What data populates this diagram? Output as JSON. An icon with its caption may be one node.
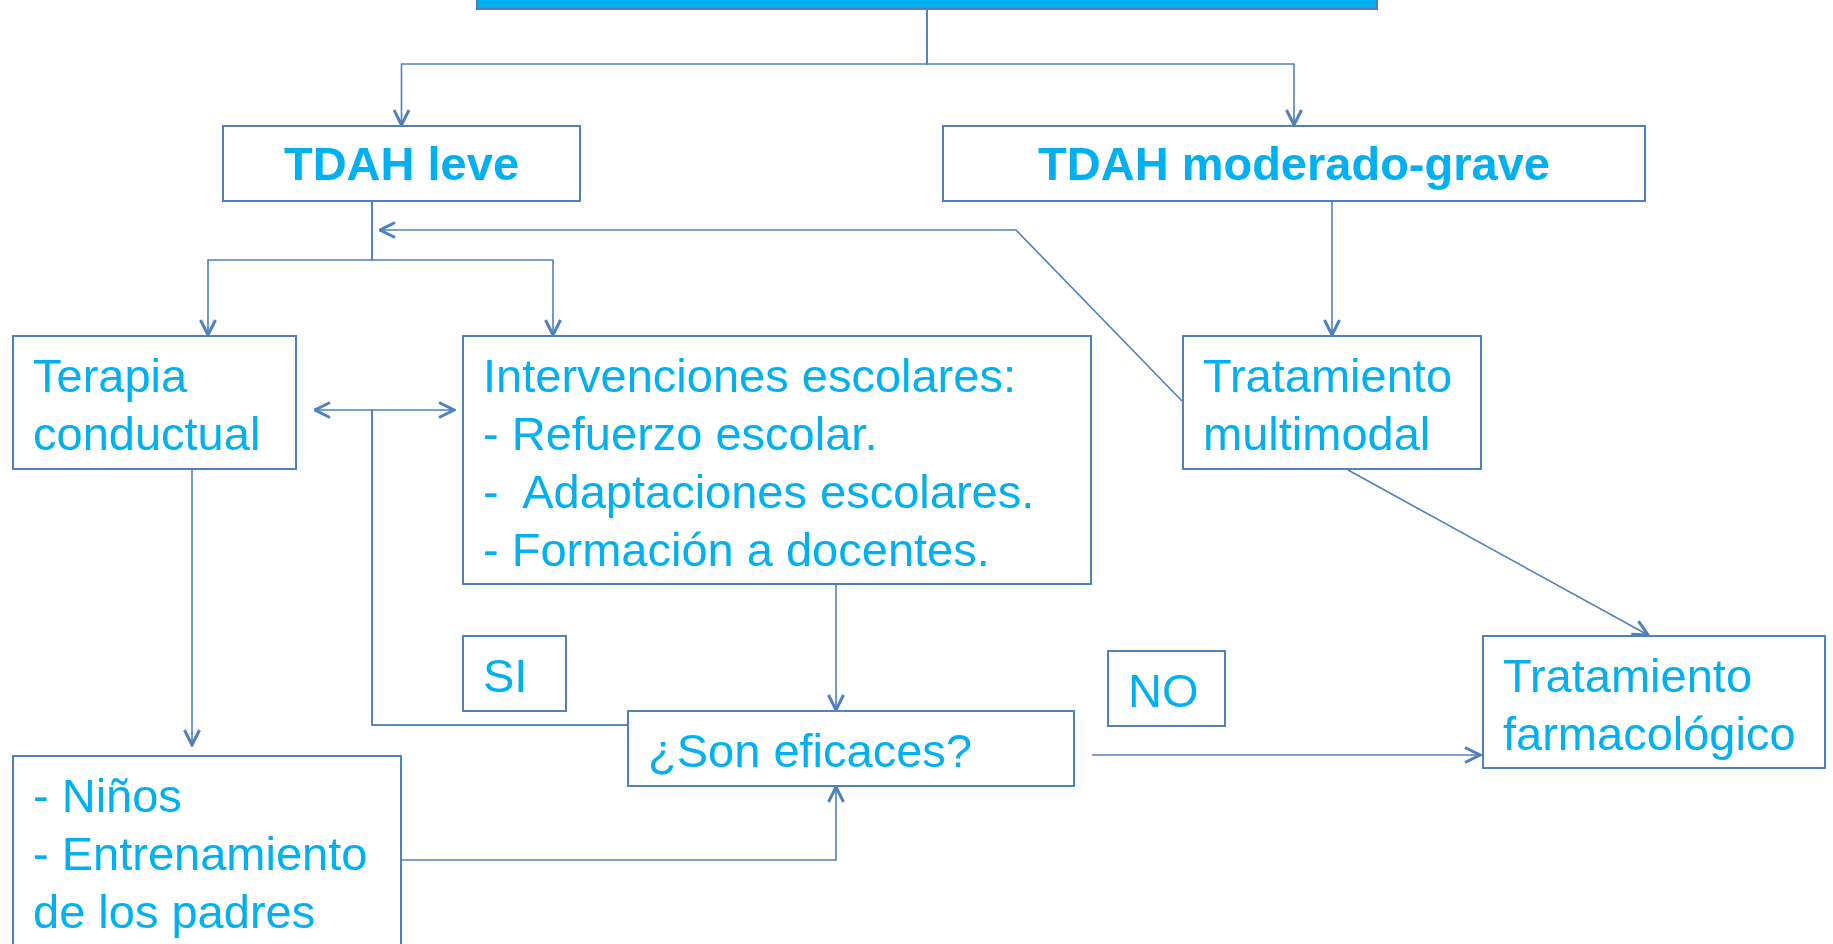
{
  "diagram": {
    "nodes": [
      {
        "text": [],
        "shape": "bar"
      },
      {
        "text": [
          "TDAH leve"
        ]
      },
      {
        "text": [
          "TDAH moderado-grave"
        ]
      },
      {
        "text": [
          "Terapia conductual"
        ]
      },
      {
        "text": [
          "Intervenciones escolares:",
          "- Refuerzo escolar.",
          "-  Adaptaciones escolares.",
          "- Formación a docentes."
        ]
      },
      {
        "text": [
          "Tratamiento multimodal"
        ]
      },
      {
        "text": [
          "SI"
        ]
      },
      {
        "text": [
          "NO"
        ]
      },
      {
        "text": [
          "¿Son eficaces?"
        ]
      },
      {
        "text": [
          "Tratamiento farmacológico"
        ]
      },
      {
        "text": [
          "- Niños",
          "- Entrenamiento de los padres"
        ]
      }
    ],
    "edges": [
      {
        "from": 0,
        "to": 1,
        "arrow": "to"
      },
      {
        "from": 0,
        "to": 2,
        "arrow": "to"
      },
      {
        "from": 1,
        "to": 3,
        "arrow": "to"
      },
      {
        "from": 1,
        "to": 4,
        "arrow": "to"
      },
      {
        "from": 2,
        "to": 5,
        "arrow": "to"
      },
      {
        "from": 5,
        "to": 1,
        "arrow": "to"
      },
      {
        "from": 8,
        "to": 3,
        "arrow": "to"
      },
      {
        "from": 8,
        "to": 4,
        "arrow": "to"
      },
      {
        "from": 4,
        "to": 8,
        "arrow": "to"
      },
      {
        "from": 10,
        "to": 8,
        "arrow": "to"
      },
      {
        "from": 3,
        "to": 10,
        "arrow": "to"
      },
      {
        "from": 8,
        "to": 9,
        "arrow": "to"
      },
      {
        "from": 5,
        "to": 9,
        "arrow": "to"
      }
    ]
  }
}
